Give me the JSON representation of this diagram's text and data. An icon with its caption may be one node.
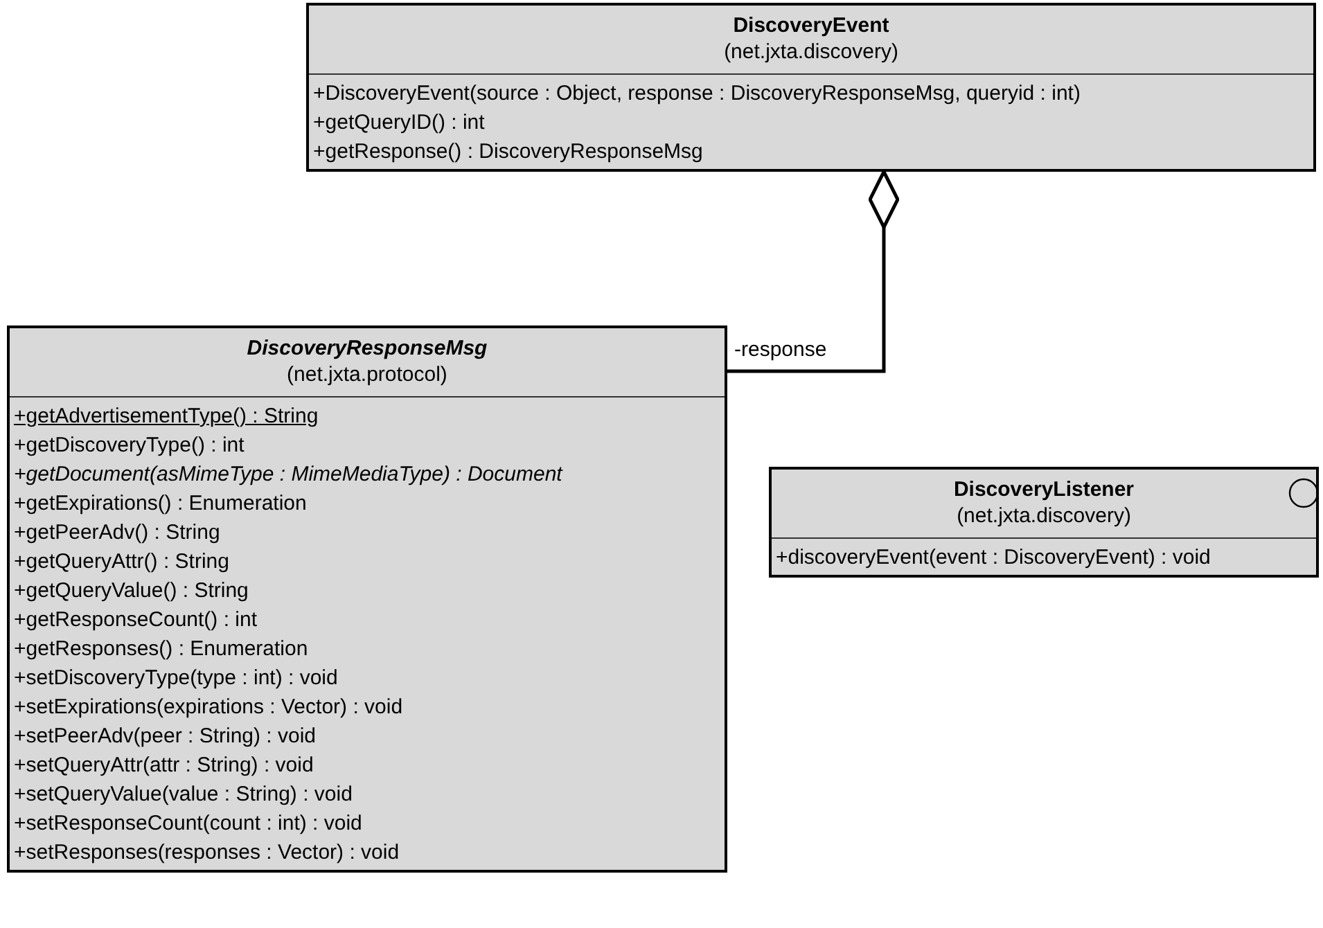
{
  "diagram": {
    "nodes": [
      {
        "text": [
          "DiscoveryEvent",
          "(net.jxta.discovery)",
          "+DiscoveryEvent(source : Object, response : DiscoveryResponseMsg, queryid : int)",
          "+getQueryID() : int",
          "+getResponse() : DiscoveryResponseMsg"
        ]
      },
      {
        "text": [
          "DiscoveryResponseMsg",
          "(net.jxta.protocol)",
          "+getAdvertisementType() : String",
          "+getDiscoveryType() : int",
          "+getDocument(asMimeType : MimeMediaType) : Document",
          "+getExpirations() : Enumeration",
          "+getPeerAdv() : String",
          "+getQueryAttr() : String",
          "+getQueryValue() : String",
          "+getResponseCount() : int",
          "+getResponses() : Enumeration",
          "+setDiscoveryType(type : int) : void",
          "+setExpirations(expirations : Vector) : void",
          "+setPeerAdv(peer : String) : void",
          "+setQueryAttr(attr : String) : void",
          "+setQueryValue(value : String) : void",
          "+setResponseCount(count : int) : void",
          "+setResponses(responses : Vector) : void"
        ]
      },
      {
        "text": [
          "DiscoveryListener",
          "(net.jxta.discovery)",
          "+discoveryEvent(event : DiscoveryEvent) : void"
        ]
      }
    ],
    "edges": [
      {
        "from": 1,
        "to": 0,
        "arrow": "other",
        "label": "-response"
      }
    ]
  }
}
